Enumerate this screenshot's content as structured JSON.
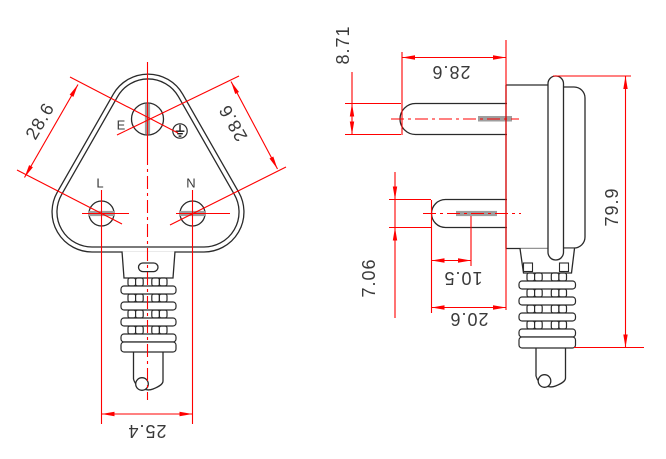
{
  "drawing_type": "plug-engineering-drawing",
  "colors": {
    "dimension_red": "#FF0000",
    "outline_black": "#2A2A2A",
    "text_gray": "#3A3A3A",
    "slot_gray": "#9E9E9E",
    "background": "#FFFFFF"
  },
  "front_view": {
    "pins": {
      "earth_label": "E",
      "live_label": "L",
      "neutral_label": "N"
    },
    "earth_symbol_icon": "earth-ground-icon",
    "dimensions": {
      "earth_to_live_pitch": "28.6",
      "earth_to_neutral_pitch": "28.6",
      "live_to_neutral_pitch": "25.4"
    }
  },
  "side_view": {
    "dimensions": {
      "earth_pin_diameter": "8.71",
      "earth_pin_length": "28.6",
      "overall_height": "79.9",
      "power_pin_diameter": "7.06",
      "power_pin_sleeve_length": "10.5",
      "power_pin_length": "20.6"
    }
  }
}
